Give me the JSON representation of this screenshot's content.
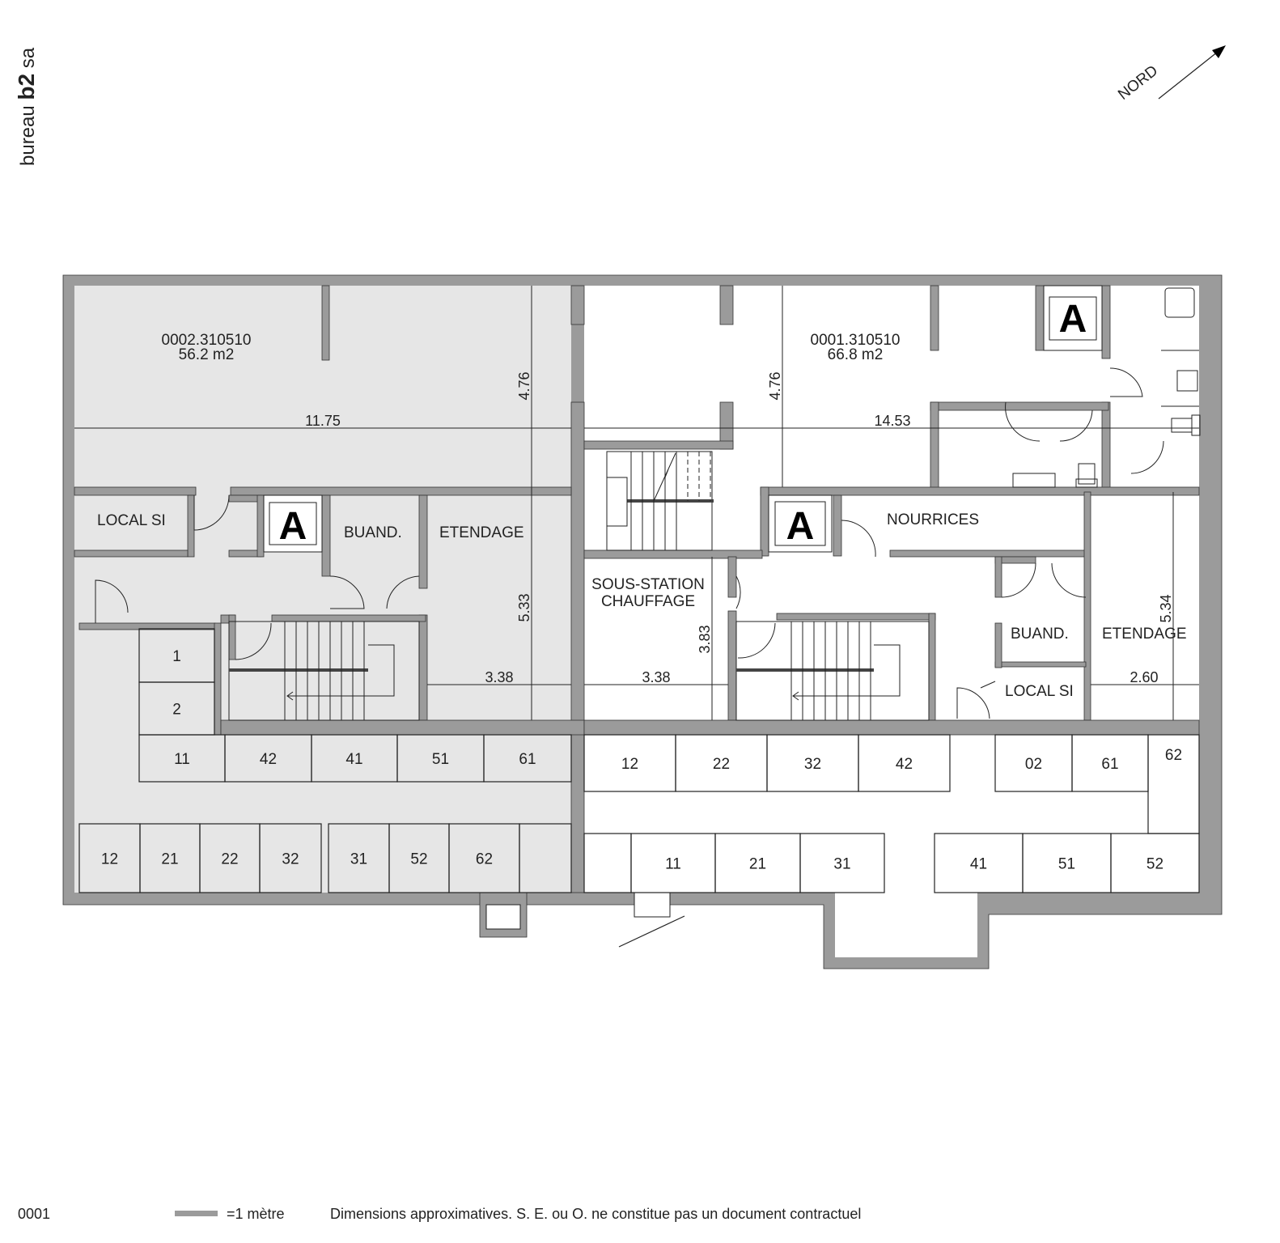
{
  "brand": {
    "prefix": "bureau ",
    "bold": "b2",
    "suffix": " sa"
  },
  "north": {
    "label": "NORD"
  },
  "units": [
    {
      "id": "0002.310510",
      "area": "56.2 m2"
    },
    {
      "id": "0001.310510",
      "area": "66.8 m2"
    }
  ],
  "rooms": {
    "left_local_si": "LOCAL SI",
    "left_buand": "BUAND.",
    "left_etendage": "ETENDAGE",
    "sous_station_1": "SOUS-STATION",
    "sous_station_2": "CHAUFFAGE",
    "nourrices": "NOURRICES",
    "right_buand": "BUAND.",
    "right_etendage": "ETENDAGE",
    "right_local_si": "LOCAL SI",
    "lift_symbol": "A"
  },
  "dimensions": {
    "left_width": "11.75",
    "right_width": "14.53",
    "left_depth": "4.76",
    "right_depth": "4.76",
    "etendage_left_depth": "5.33",
    "etendage_left_width": "3.38",
    "sous_station_width": "3.38",
    "sous_station_depth": "3.83",
    "etendage_right_depth": "5.34",
    "etendage_right_width": "2.60"
  },
  "cellars": {
    "left_small": [
      "1",
      "2"
    ],
    "left_row1": [
      "11",
      "42",
      "41",
      "51",
      "61"
    ],
    "left_row2": [
      "12",
      "21",
      "22",
      "32",
      "31",
      "52",
      "62",
      ""
    ],
    "right_row1": [
      "12",
      "22",
      "32",
      "42",
      "02",
      "61",
      "62"
    ],
    "right_row2": [
      "",
      "11",
      "21",
      "31",
      "41",
      "51",
      "52"
    ]
  },
  "footer": {
    "plan_number": "0001",
    "scale_label": "=1 mètre",
    "disclaimer": "Dimensions approximatives. S. E. ou O. ne constitue pas un document contractuel"
  },
  "colors": {
    "wall": "#9b9b9b",
    "unit_0002_fill": "#e6e6e6",
    "unit_0001_fill": "#ffffff"
  }
}
